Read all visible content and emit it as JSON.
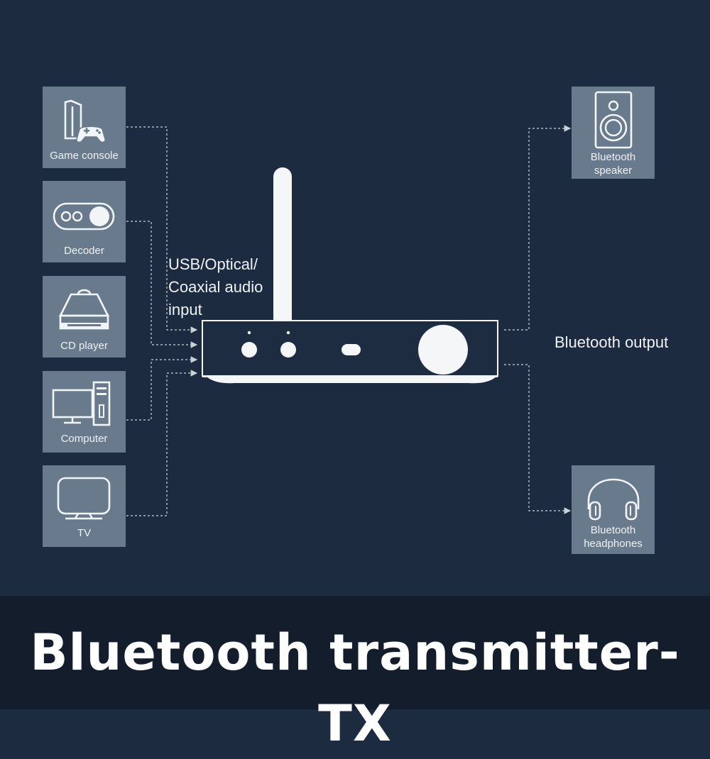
{
  "inputs": [
    {
      "label": "Game console",
      "icon": "game-console-icon"
    },
    {
      "label": "Decoder",
      "icon": "decoder-icon"
    },
    {
      "label": "CD player",
      "icon": "cd-player-icon"
    },
    {
      "label": "Computer",
      "icon": "computer-icon"
    },
    {
      "label": "TV",
      "icon": "tv-icon"
    }
  ],
  "outputs": [
    {
      "line1": "Bluetooth",
      "line2": "speaker",
      "icon": "speaker-icon"
    },
    {
      "line1": "Bluetooth",
      "line2": "headphones",
      "icon": "headphones-icon"
    }
  ],
  "input_caption": [
    "USB/Optical/",
    "Coaxial audio",
    "input"
  ],
  "output_caption": "Bluetooth output",
  "footer_title": "Bluetooth transmitter-TX",
  "colors": {
    "background": "#1c2b40",
    "footer": "#141d2b",
    "box": "#687a8c",
    "icon": "#f2f5f8",
    "device": "#f4f6f8"
  }
}
